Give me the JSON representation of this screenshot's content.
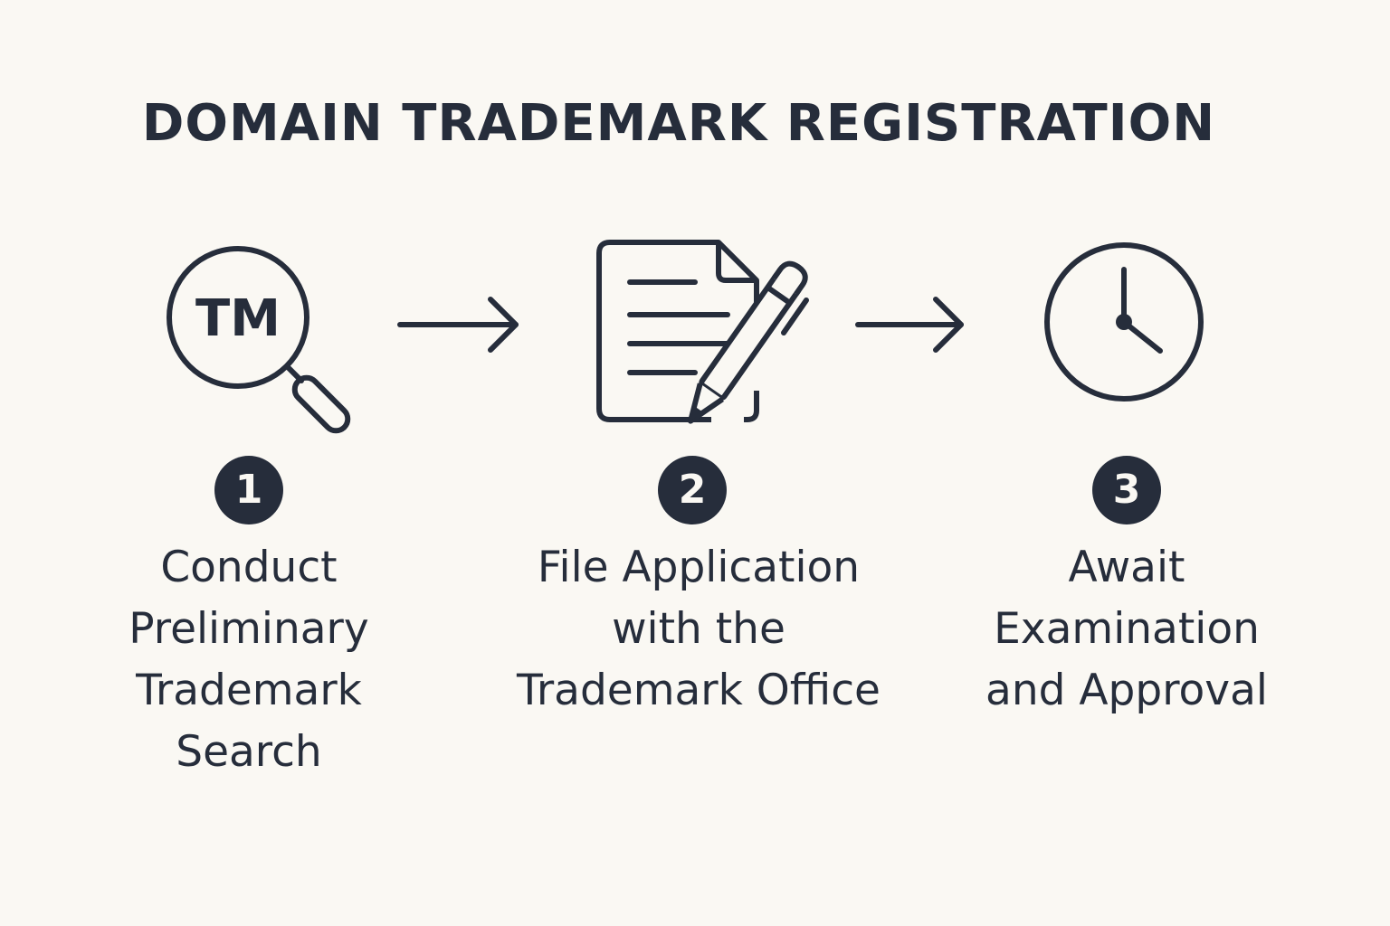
{
  "title": "DOMAIN TRADEMARK REGISTRATION",
  "colors": {
    "background": "#faf8f3",
    "ink": "#262d3b"
  },
  "steps": [
    {
      "number": "1",
      "icon": "trademark-search-icon",
      "icon_text": "TM",
      "lines": [
        "Conduct",
        "Preliminary",
        "Trademark",
        "Search"
      ]
    },
    {
      "number": "2",
      "icon": "document-pen-icon",
      "lines": [
        "File Application",
        "with the",
        "Trademark Office"
      ]
    },
    {
      "number": "3",
      "icon": "clock-icon",
      "lines": [
        "Await",
        "Examination",
        "and Approval"
      ]
    }
  ]
}
